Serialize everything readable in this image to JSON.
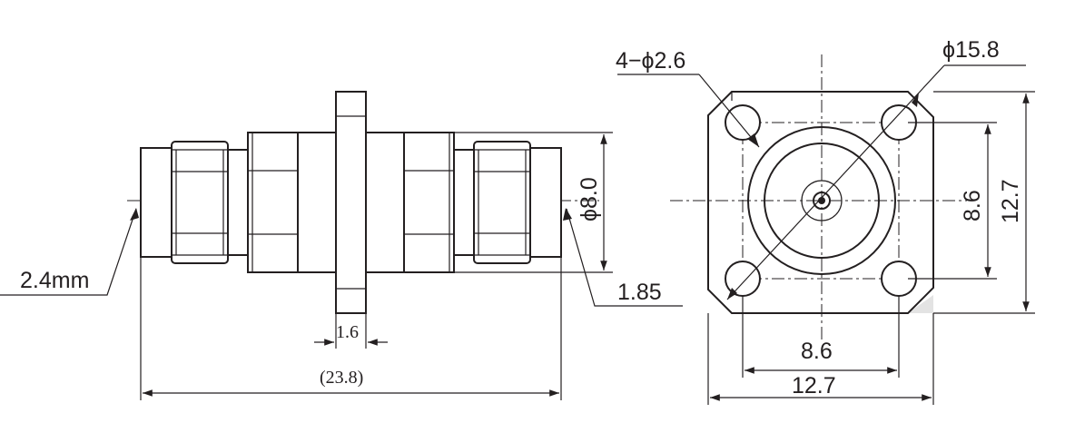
{
  "side_view": {
    "left_callout": "2.4mm",
    "right_callout": "1.85",
    "body_diameter": "ϕ8.0",
    "flange_thickness": "1.6",
    "overall_length": "(23.8)"
  },
  "front_view": {
    "hole_callout": "4−ϕ2.6",
    "circle_callout": "ϕ15.8",
    "hole_spacing_vertical": "8.6",
    "flange_height": "12.7",
    "hole_spacing_horizontal": "8.6",
    "flange_width": "12.7"
  },
  "colors": {
    "line": "#231f20",
    "background": "#ffffff",
    "corner_shade": "#e3e3e3"
  }
}
